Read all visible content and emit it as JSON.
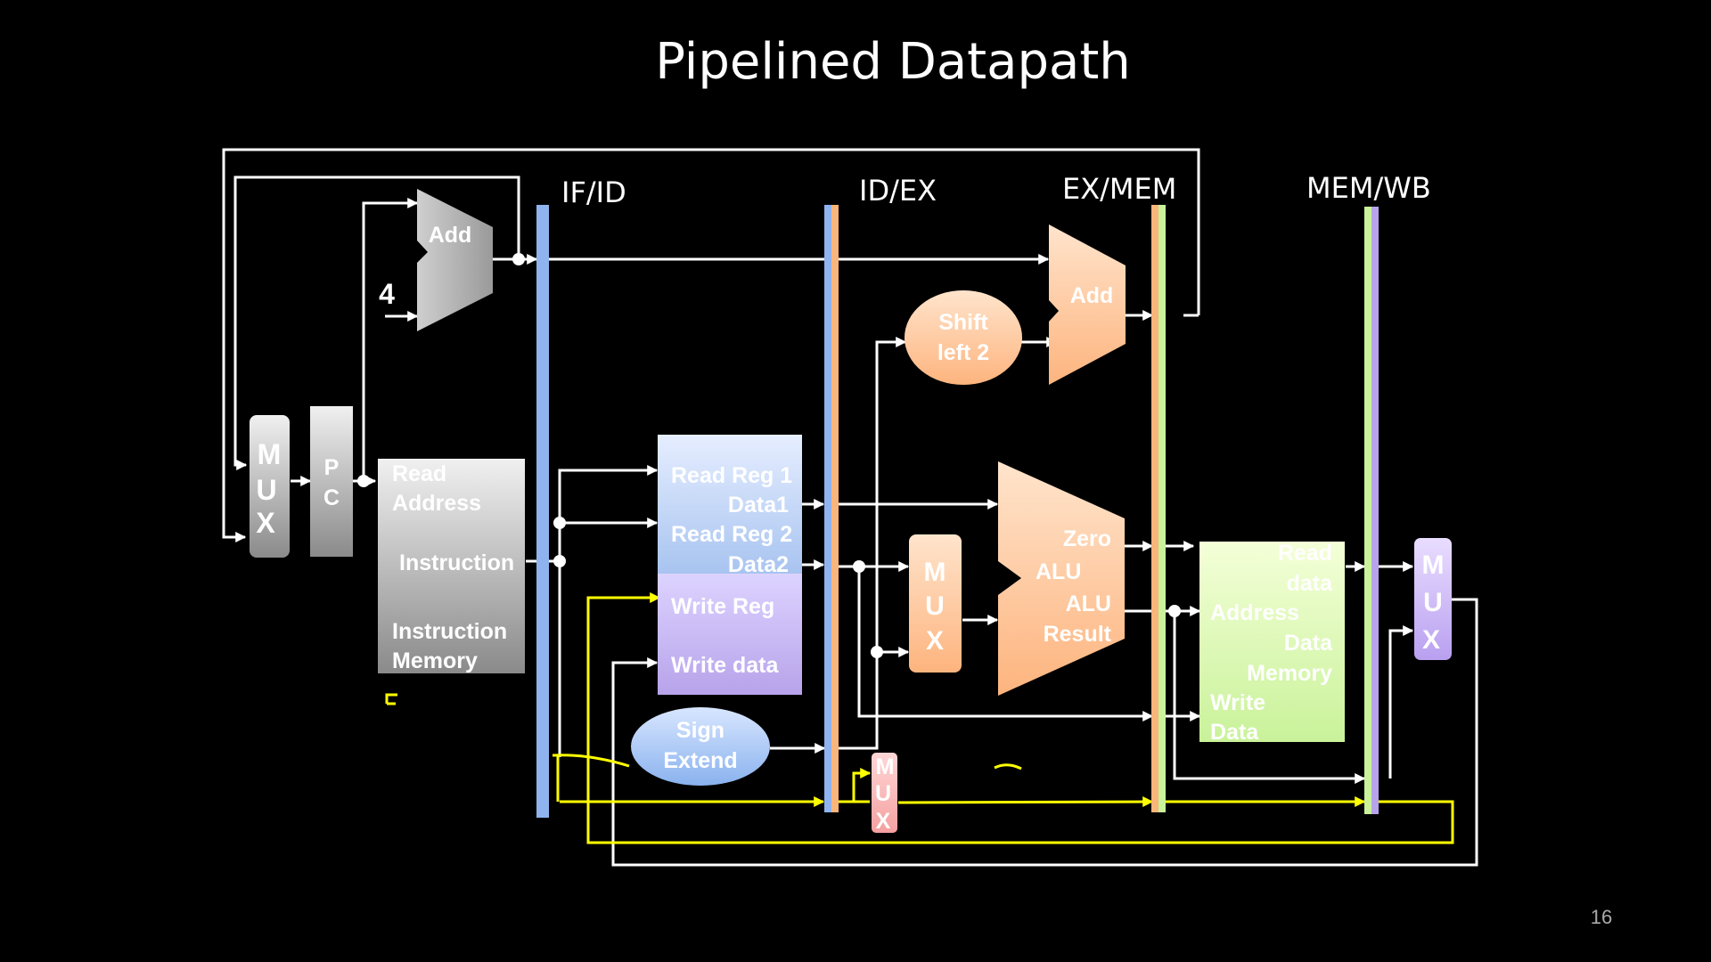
{
  "slide": {
    "title": "Pipelined Datapath",
    "page_number": "16"
  },
  "pipeline_registers": {
    "if_id": "IF/ID",
    "id_ex": "ID/EX",
    "ex_mem": "EX/MEM",
    "mem_wb": "MEM/WB"
  },
  "blocks": {
    "mux1": [
      "M",
      "U",
      "X"
    ],
    "pc": [
      "P",
      "C"
    ],
    "adder1": "Add",
    "constant_four": "4",
    "instr_mem": {
      "read_address": [
        "Read",
        "Address"
      ],
      "instruction": "Instruction",
      "name": [
        "Instruction",
        "Memory"
      ]
    },
    "regfile": {
      "read_reg1": "Read Reg 1",
      "data1": "Data1",
      "read_reg2": "Read Reg 2",
      "data2": "Data2",
      "write_reg": "Write Reg",
      "write_data": "Write data"
    },
    "sign_extend": [
      "Sign",
      "Extend"
    ],
    "shift_left": [
      "Shift",
      "left 2"
    ],
    "adder2": "Add",
    "mux_alu": [
      "M",
      "U",
      "X"
    ],
    "alu": {
      "zero": "Zero",
      "name": "ALU",
      "alu_result": [
        "ALU",
        "Result"
      ]
    },
    "mux_regdst": [
      "M",
      "U",
      "X"
    ],
    "data_mem": {
      "read_data": [
        "Read",
        "data"
      ],
      "address": "Address",
      "data_memory": [
        "Data",
        "Memory"
      ],
      "write_data": [
        "Write",
        "Data"
      ]
    },
    "mux_wb": [
      "M",
      "U",
      "X"
    ]
  },
  "colors": {
    "background": "#000000",
    "wire": "#ffffff",
    "annotation": "#ffff00"
  }
}
